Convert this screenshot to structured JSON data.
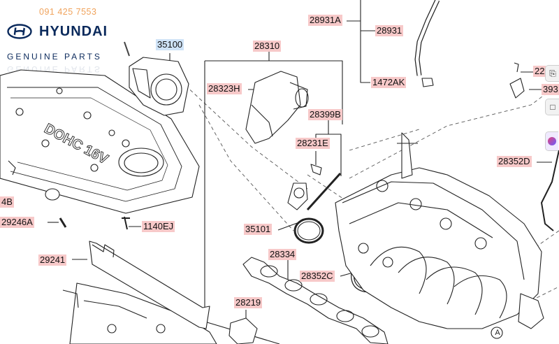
{
  "brand": {
    "phone": "091 425 7553",
    "wordmark": "HYUNDAI",
    "tagline": "GENUINE PARTS"
  },
  "callouts": {
    "c28931A": "28931A",
    "c28931": "28931",
    "c1472AK": "1472AK",
    "c35100": "35100",
    "c28310": "28310",
    "c28323H": "28323H",
    "c28399B": "28399B",
    "c28231E": "28231E",
    "c28352D": "28352D",
    "c35101": "35101",
    "c28334": "28334",
    "c28352C": "28352C",
    "c28219": "28219",
    "c29241": "29241",
    "c29246A": "29246A",
    "c1140EJ": "1140EJ",
    "c4B": "4B",
    "c22": "22",
    "c393": "393",
    "cA": "A"
  },
  "cover_text": "DOHC 16V",
  "colors": {
    "callout_bg": "#f7c9c9",
    "callout_selected_bg": "#cfe3f7",
    "brand_blue": "#0b2a5c",
    "phone_orange": "#f0a35c"
  }
}
